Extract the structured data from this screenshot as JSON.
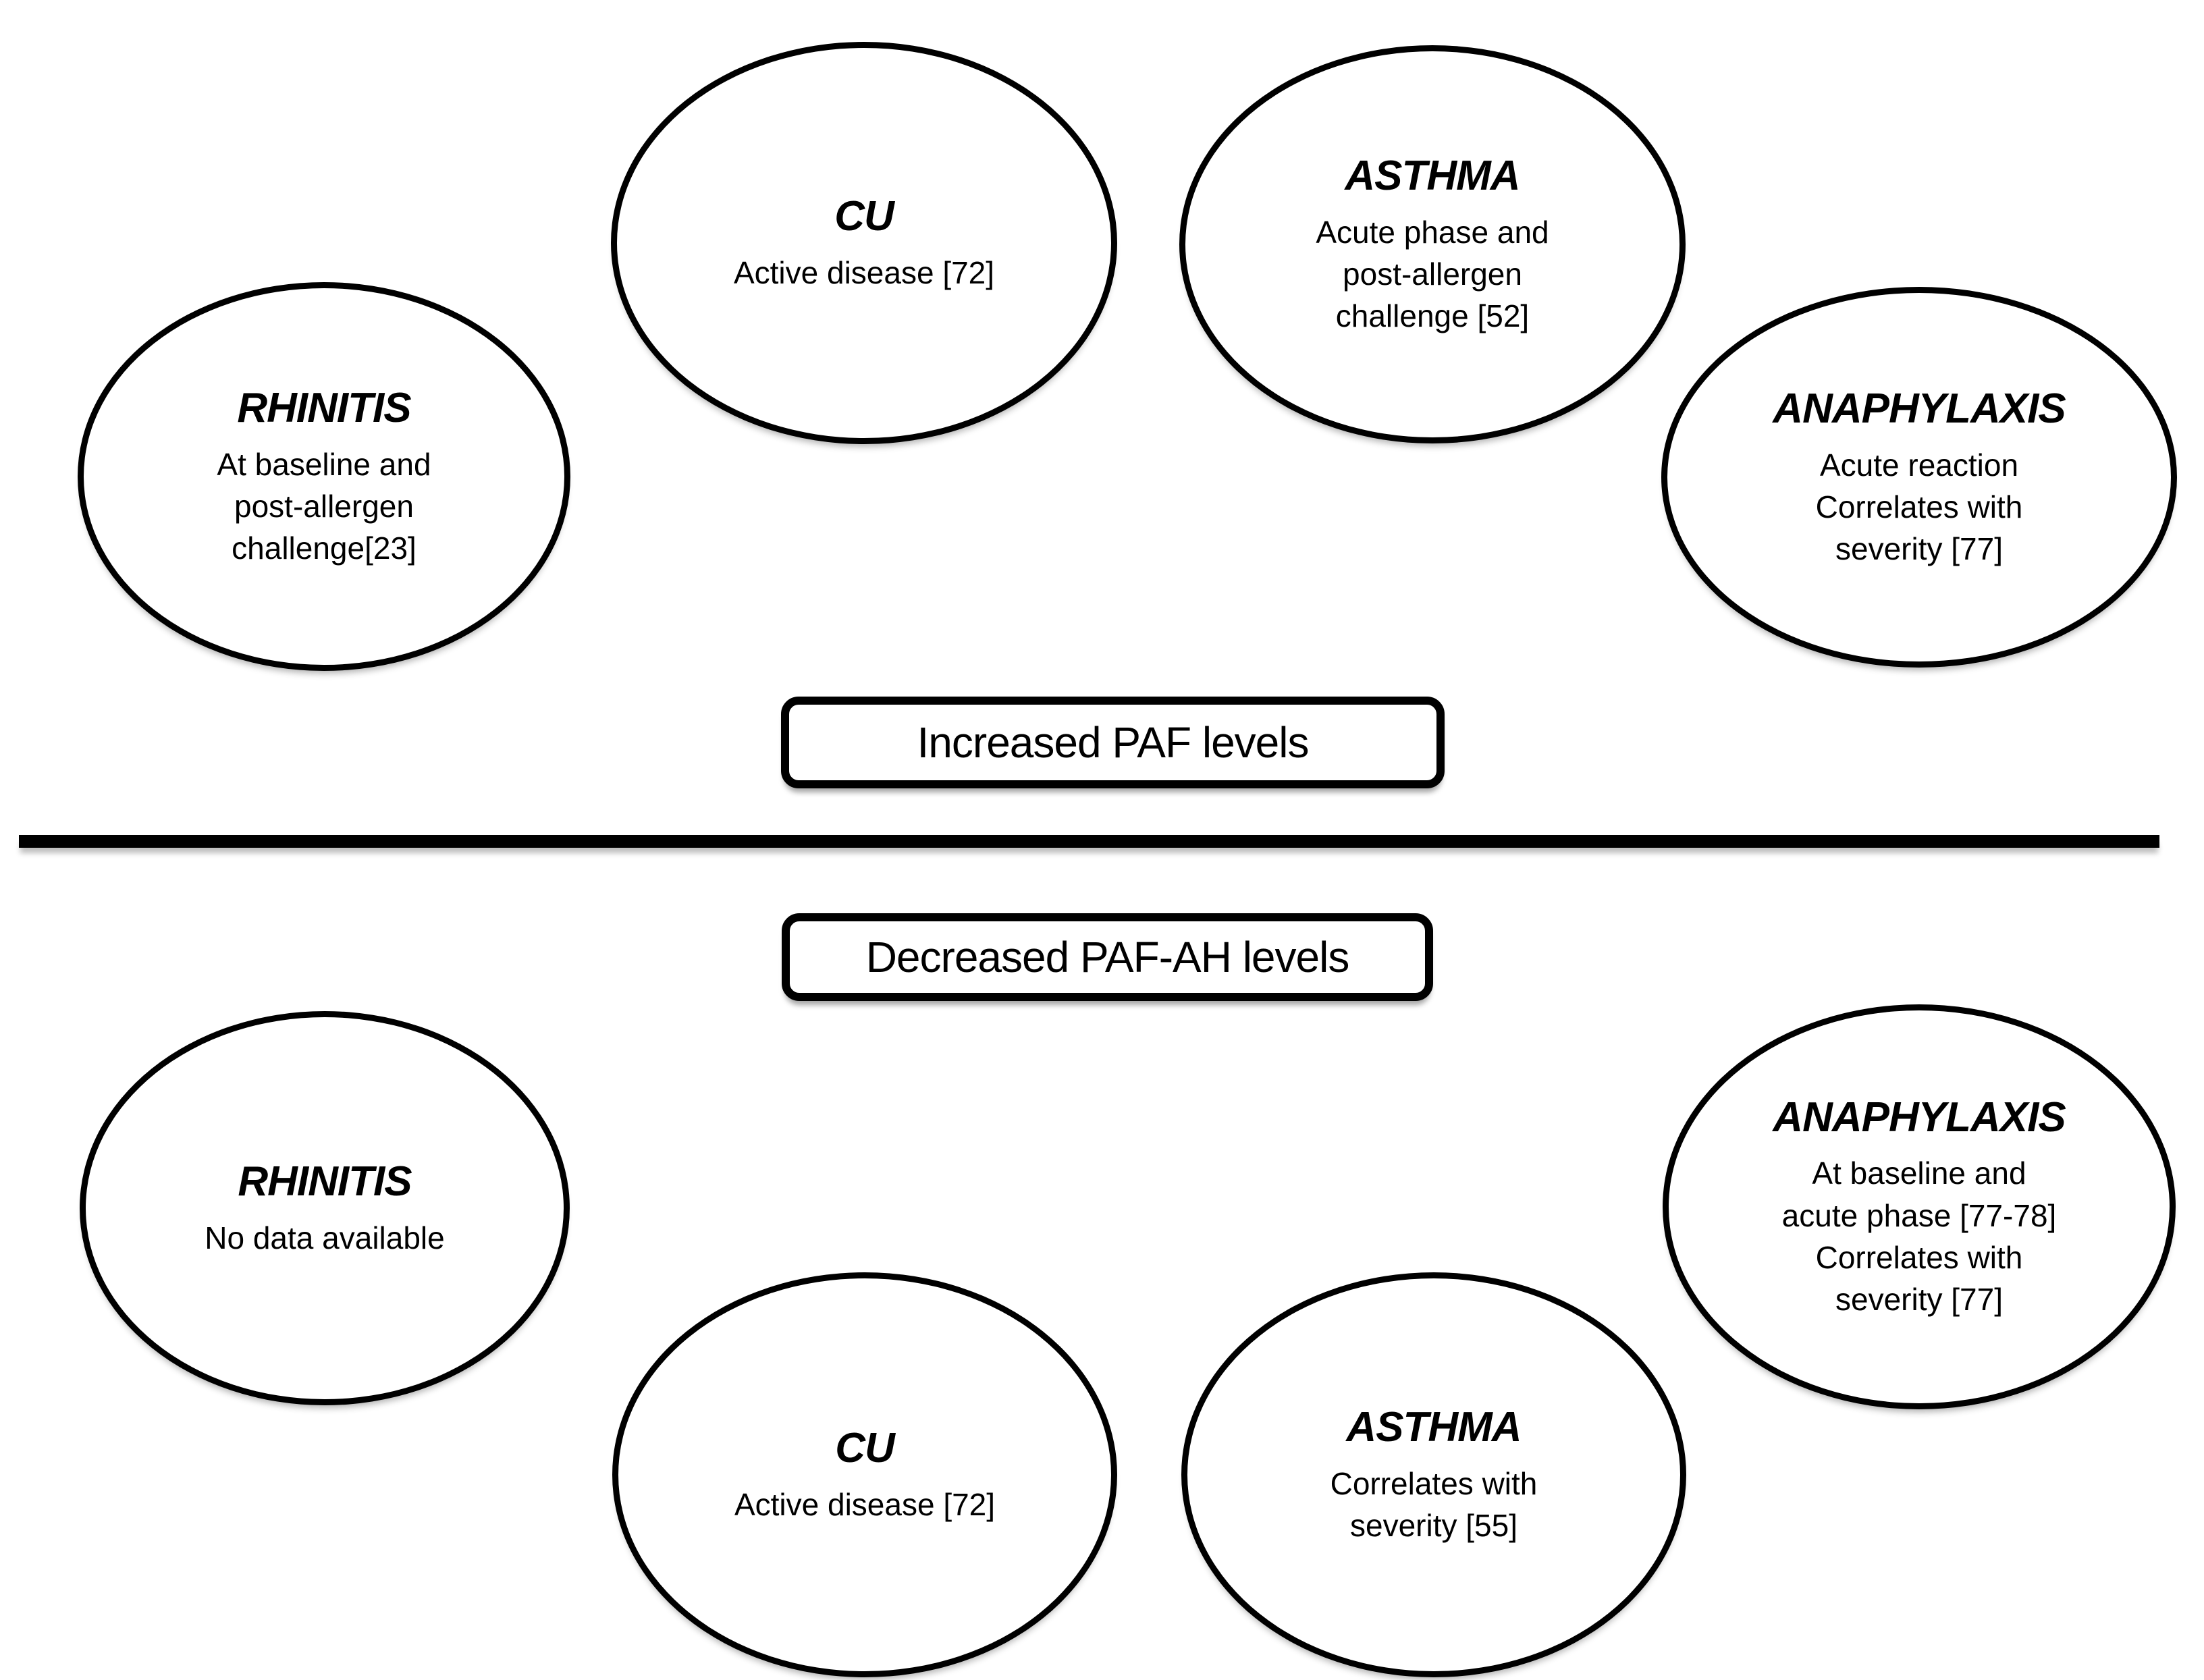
{
  "figure": {
    "top": {
      "band_label": "Increased PAF levels",
      "rhinitis": {
        "title": "RHINITIS",
        "body": "At baseline and\npost-allergen\nchallenge[23]"
      },
      "cu": {
        "title": "CU",
        "body": "Active disease [72]"
      },
      "asthma": {
        "title": "ASTHMA",
        "body": "Acute phase and\npost-allergen\nchallenge [52]"
      },
      "anaphylaxis": {
        "title": "ANAPHYLAXIS",
        "body": "Acute reaction\nCorrelates with\nseverity [77]"
      }
    },
    "bottom": {
      "band_label": "Decreased PAF-AH levels",
      "rhinitis": {
        "title": "RHINITIS",
        "body": "No data available"
      },
      "cu": {
        "title": "CU",
        "body": "Active disease [72]"
      },
      "asthma": {
        "title": "ASTHMA",
        "body": "Correlates with\nseverity [55]"
      },
      "anaphylaxis": {
        "title": "ANAPHYLAXIS",
        "body": "At baseline and\nacute phase [77-78]\nCorrelates with\nseverity [77]"
      }
    }
  }
}
